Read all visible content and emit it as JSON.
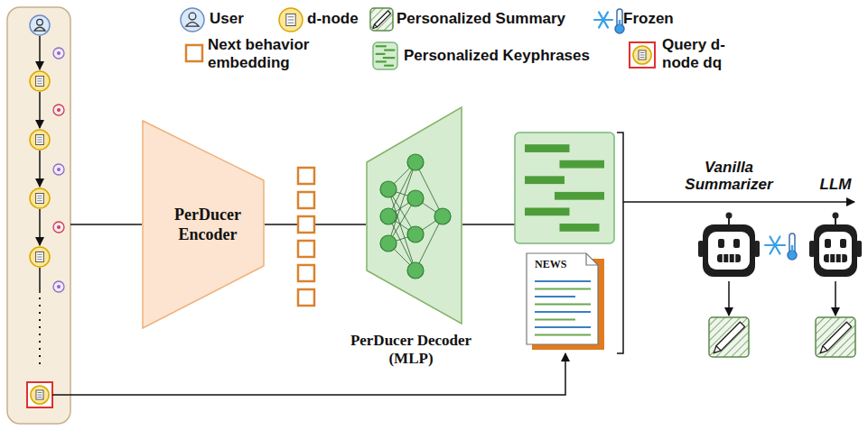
{
  "diagram": {
    "nodes": [
      {
        "text": [
          "PerDucer Encoder"
        ]
      },
      {
        "text": [
          "PerDucer Decoder (MLP)"
        ]
      },
      {
        "text": [
          "NEWS"
        ]
      },
      {
        "text": [
          "Vanilla Summarizer"
        ]
      },
      {
        "text": [
          "LLM"
        ]
      }
    ],
    "edges": [
      {
        "from": 0,
        "to": 1,
        "arrow": "none"
      }
    ],
    "legend": [
      {
        "text": "User"
      },
      {
        "text": "d-node"
      },
      {
        "text": "Personalized Summary"
      },
      {
        "text": "Frozen"
      },
      {
        "text": "Next behavior embedding"
      },
      {
        "text": "Personalized Keyphrases"
      },
      {
        "text": "Query d-node dq"
      }
    ]
  }
}
